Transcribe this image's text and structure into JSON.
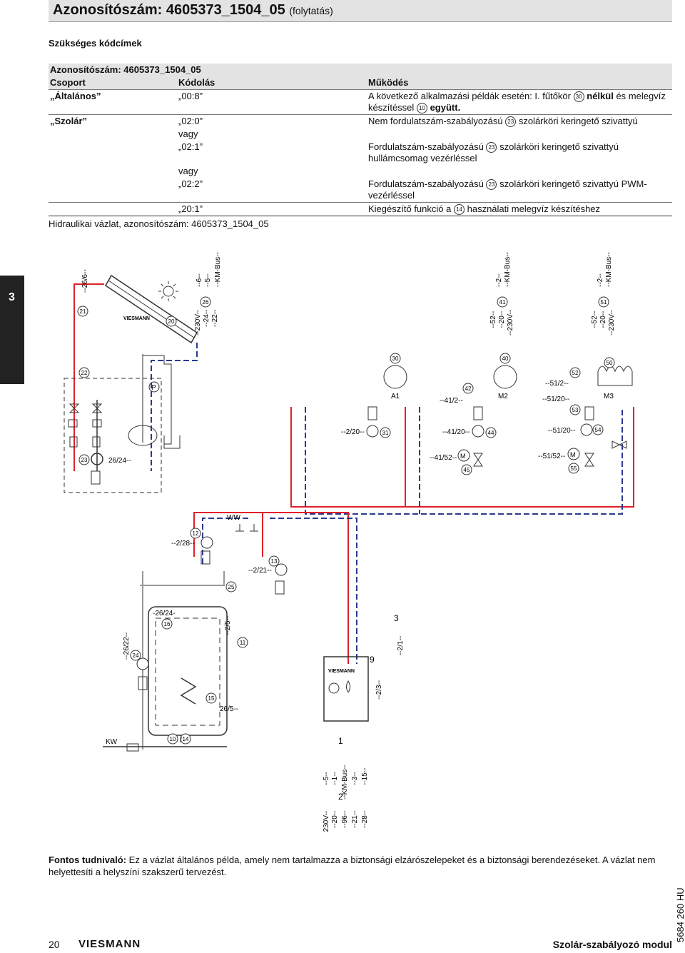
{
  "header": {
    "title": "Azonosítószám: 4605373_1504_05",
    "subtitle": "(folytatás)"
  },
  "section_codes": "Szükséges kódcímek",
  "table": {
    "caption": "Azonosítószám: 4605373_1504_05",
    "headers": [
      "Csoport",
      "Kódolás",
      "Működés"
    ],
    "rows": [
      {
        "group": "„Általános”",
        "code": "„00:8”",
        "func1": "A következő alkalmazási példák esetén: I. fűtőkör",
        "func_circ": "30",
        "func_bold": "nélkül",
        "func2": "és melegvíz készítéssel",
        "func_circ2": "10",
        "func_bold2": "együtt."
      },
      {
        "group": "„Szolár”",
        "code": "„02:0”",
        "pre": "Nem fordulatszám-szabályozású",
        "circ": "23",
        "post": "szolárköri keringető szivattyú"
      },
      {
        "code": "vagy"
      },
      {
        "code": "„02:1”",
        "pre": "Fordulatszám-szabályozású",
        "circ": "23",
        "post": "szolárköri keringető szivattyú hullámcsomag vezérléssel"
      },
      {
        "code": "vagy"
      },
      {
        "code": "„02:2”",
        "pre": "Fordulatszám-szabályozású",
        "circ": "23",
        "post": "szolárköri keringető szivattyú PWM-vezérléssel"
      },
      {
        "code": "„20:1”",
        "pre": "Kiegészítő funkció a",
        "circ": "14",
        "post": "használati melegvíz készítéshez"
      }
    ]
  },
  "section_hydraulic": "Hidraulikai vázlat, azonosítószám: 4605373_1504_05",
  "side_tab": "3",
  "diagram": {
    "nums": [
      "21",
      "20",
      "26",
      "41",
      "51",
      "22",
      "30",
      "40",
      "50",
      "52",
      "42",
      "53",
      "31",
      "44",
      "54",
      "23",
      "45",
      "55",
      "12",
      "13",
      "25",
      "16",
      "24",
      "11",
      "15",
      "10",
      "14",
      "1",
      "2",
      "3",
      "9"
    ],
    "labels": {
      "l26_6": "--26/6--",
      "b6": "--6--",
      "b5": "--5--",
      "bkm": "--KM-Bus--",
      "b230": "--230V--",
      "b24": "--24--",
      "b22": "--22--",
      "b2a": "--2--",
      "bkm2": "--KM-Bus--",
      "b52a": "--52--",
      "b20a": "--20--",
      "b230a": "--230V--",
      "b2b": "--2--",
      "bkm3": "--KM-Bus--",
      "b52b": "--52--",
      "b20b": "--20--",
      "b230b": "--230V--",
      "P": "P",
      "A1": "A1",
      "M2": "M2",
      "M3": "M3",
      "l41_2": "--41/2--",
      "l51_2": "--51/2--",
      "l51_20": "--51/20--",
      "l2_20": "--2/20--",
      "l41_20": "--41/20--",
      "l51_20b": "--51/20--",
      "l26_24": "26/24--",
      "l41_52": "--41/52--",
      "l51_52": "--51/52--",
      "M": "M",
      "WW": "WW",
      "l2_28": "--2/28--",
      "l2_21": "--2/21--",
      "l26_24b": "-26/24-",
      "l2_5": "--2/5--",
      "l26_22": "--26/22--",
      "l26_5": "26/5--",
      "l2_3": "--2/3--",
      "l2_1": "--2/1--",
      "KW": "KW",
      "slash": "/",
      "c5": "--5--",
      "c1": "--1--",
      "ckm": "--KM-Bus--",
      "c3": "--3--",
      "c15": "--15--",
      "c230": "--230V--",
      "c20": "--20--",
      "c96": "--96--",
      "c21": "--21--",
      "c28": "--28--",
      "brand": "VIESMANN"
    }
  },
  "note": {
    "bold": "Fontos tudnivaló:",
    "text": " Ez a vázlat általános példa, amely nem tartalmazza a biztonsági elzárószelepeket és a biztonsági berendezéseket. A vázlat nem helyettesíti a helyszíni szakszerű tervezést."
  },
  "footer": {
    "page": "20",
    "logo": "VIESMANN",
    "title": "Szolár-szabályozó modul",
    "docno": "5684 260 HU"
  },
  "colors": {
    "red": "#e0202a",
    "blue": "#2b3a8f",
    "gray": "#999999"
  }
}
